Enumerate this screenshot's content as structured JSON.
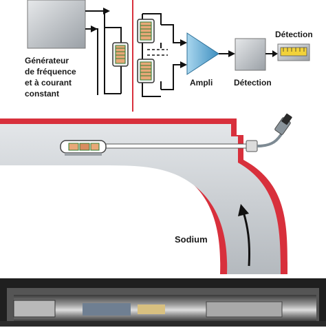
{
  "labels": {
    "generator_line1": "Générateur",
    "generator_line2": "de fréquence",
    "generator_line3": "et à courant",
    "generator_line4": "constant",
    "ampli": "Ampli",
    "detection_box": "Détection",
    "detection_meter": "Détection",
    "sodium": "Sodium"
  },
  "colors": {
    "pipe_wall": "#d8303c",
    "sodium_fill": "#c9cdd2",
    "amplifier": "#6fb3d8",
    "box_gray": "#b9bec3",
    "coil": "#2e7d32",
    "photo_dark": "#2a2a2a"
  }
}
